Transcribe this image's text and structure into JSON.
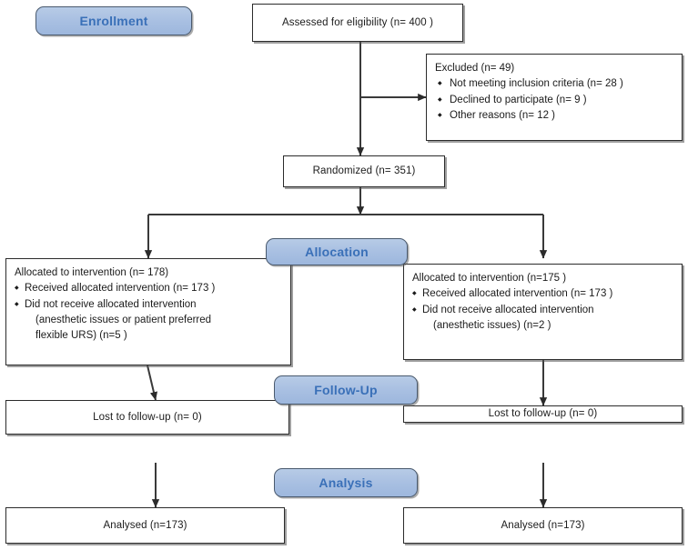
{
  "diagram": {
    "title": "CONSORT participant flow diagram",
    "accent_badge_fill": "#a9c0e2",
    "accent_badge_text": "#3a70b8",
    "box_border": "#2b2b2b"
  },
  "stages": [
    {
      "id": "enrollment",
      "label": "Enrollment"
    },
    {
      "id": "allocation",
      "label": "Allocation"
    },
    {
      "id": "followup",
      "label": "Follow-Up"
    },
    {
      "id": "analysis",
      "label": "Analysis"
    }
  ],
  "enrollment": {
    "assessed": "Assessed for eligibility (n= 400 )",
    "excluded_heading": "Excluded  (n= 49)",
    "excluded_reasons": [
      "Not meeting inclusion criteria (n= 28 )",
      "Declined to participate (n= 9 )",
      "Other reasons (n= 12 )"
    ],
    "randomized": "Randomized (n= 351)"
  },
  "allocation": {
    "left": {
      "lead": "Allocated to intervention (n= 178)",
      "items": [
        {
          "text": "Received allocated intervention (n= 173 )",
          "cont": []
        },
        {
          "text": "Did not receive allocated intervention",
          "cont": [
            "(anesthetic issues or patient preferred",
            "flexible URS) (n=5  )"
          ]
        }
      ]
    },
    "right": {
      "lead": "Allocated to intervention (n=175 )",
      "items": [
        {
          "text": "Received allocated intervention (n= 173 )",
          "cont": []
        },
        {
          "text": "Did not receive allocated intervention",
          "cont": [
            "(anesthetic issues) (n=2  )"
          ]
        }
      ]
    }
  },
  "followup": {
    "left": "Lost to follow-up  (n= 0)",
    "right": "Lost to follow-up (n= 0)"
  },
  "analysis": {
    "left": "Analysed  (n=173)",
    "right": "Analysed  (n=173)"
  }
}
